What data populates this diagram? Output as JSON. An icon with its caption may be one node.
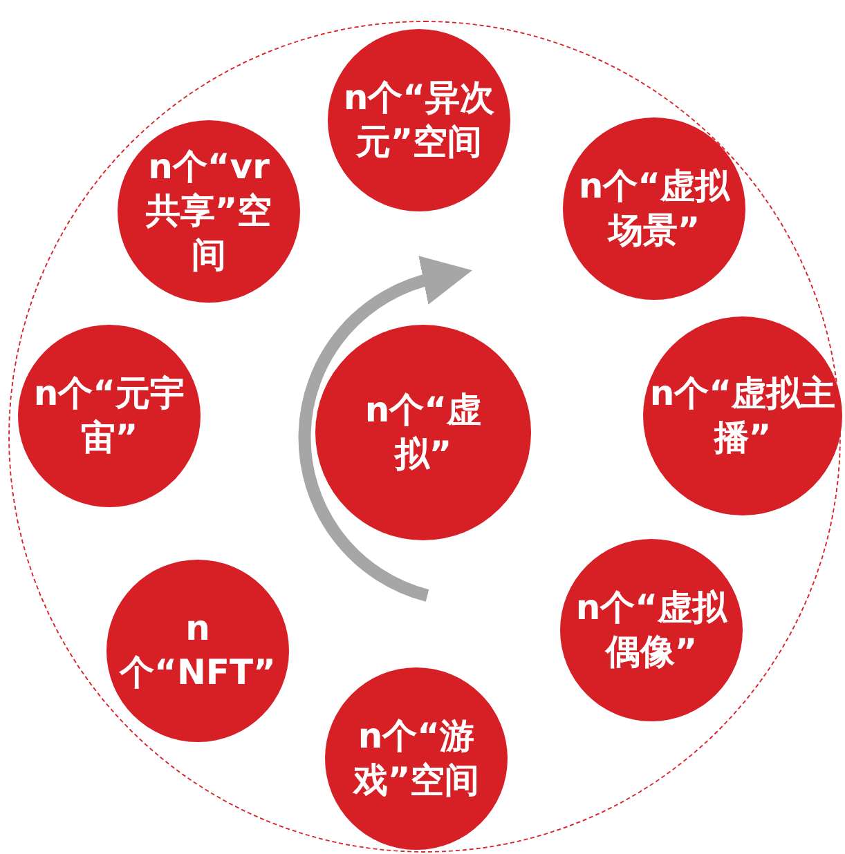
{
  "diagram": {
    "nodes": [
      {
        "text": [],
        "shape": "circle"
      },
      {
        "text": [
          "n个“异次元”空间"
        ],
        "in": 0
      },
      {
        "text": [
          "n个“vr共享”空间"
        ],
        "in": 0
      },
      {
        "text": [
          "n个“虚拟场景”"
        ],
        "in": 0
      },
      {
        "text": [
          "n个“元宇宙”"
        ],
        "in": 0
      },
      {
        "text": [
          "n个“虚拟”"
        ],
        "in": 0
      },
      {
        "text": [
          "n个“虚拟主播”"
        ],
        "in": 0
      },
      {
        "text": [
          "n个“NFT”"
        ],
        "in": 0
      },
      {
        "text": [
          "n个“虚拟偶像”"
        ],
        "in": 0
      },
      {
        "text": [
          "n个“游戏”空间"
        ],
        "in": 0
      }
    ]
  }
}
